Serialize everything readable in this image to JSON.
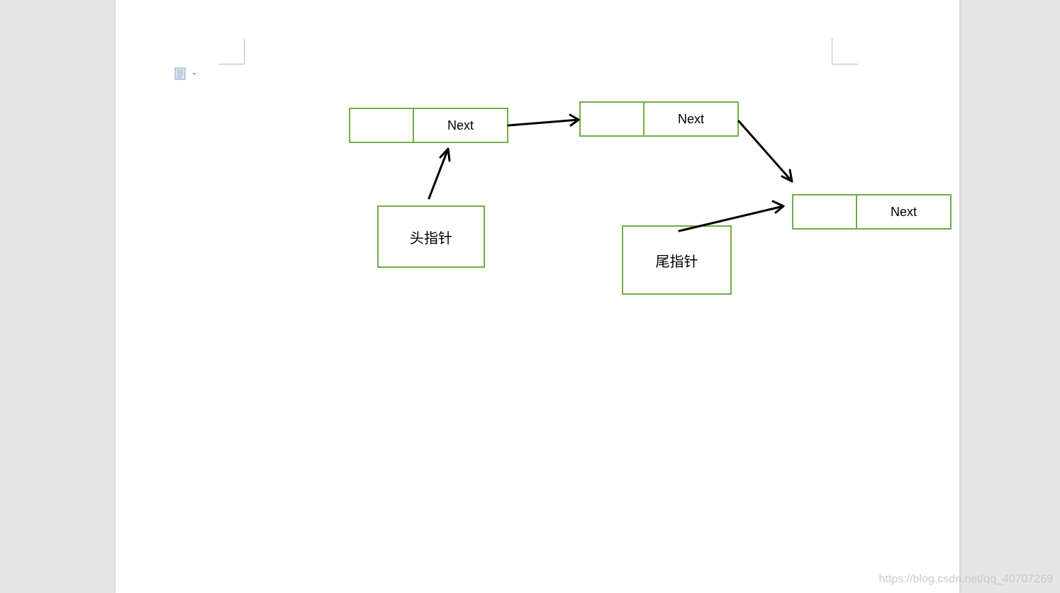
{
  "nodes": [
    {
      "next_label": "Next"
    },
    {
      "next_label": "Next"
    },
    {
      "next_label": "Next"
    }
  ],
  "head_pointer": {
    "label": "头指针"
  },
  "tail_pointer": {
    "label": "尾指针"
  },
  "colors": {
    "box_border": "#70ad47",
    "arrow": "#000000",
    "background": "#e6e6e6",
    "page": "#ffffff"
  },
  "icons": {
    "doc_icon": "document-options-icon"
  },
  "watermark": "https://blog.csdn.net/qq_40707269"
}
